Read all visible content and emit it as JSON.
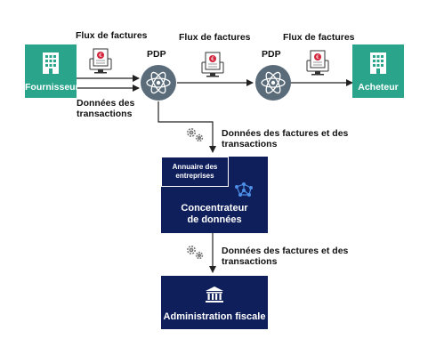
{
  "nodes": {
    "fournisseur": "Fournisseur",
    "acheteur": "Acheteur",
    "pdp_left": "PDP",
    "pdp_right": "PDP",
    "annuaire": "Annuaire des entreprises",
    "concentrateur": "Concentrateur de données",
    "administration": "Administration fiscale"
  },
  "edge_labels": {
    "flux_1": "Flux de factures",
    "flux_2": "Flux de factures",
    "flux_3": "Flux de factures",
    "donnees_transactions": "Données des transactions",
    "donnees_factures_1": "Données des factures et des transactions",
    "donnees_factures_2": "Données des factures et des transactions"
  },
  "colors": {
    "green": "#2aa58c",
    "navy": "#0f1f5c",
    "pdp": "#5a6b7a",
    "accent_red": "#d2253c"
  },
  "icons": {
    "building": "building-icon",
    "invoice": "invoice-monitor-icon",
    "atom": "atom-icon",
    "gears": "gears-icon",
    "network": "network-icon",
    "bank": "bank-icon"
  }
}
